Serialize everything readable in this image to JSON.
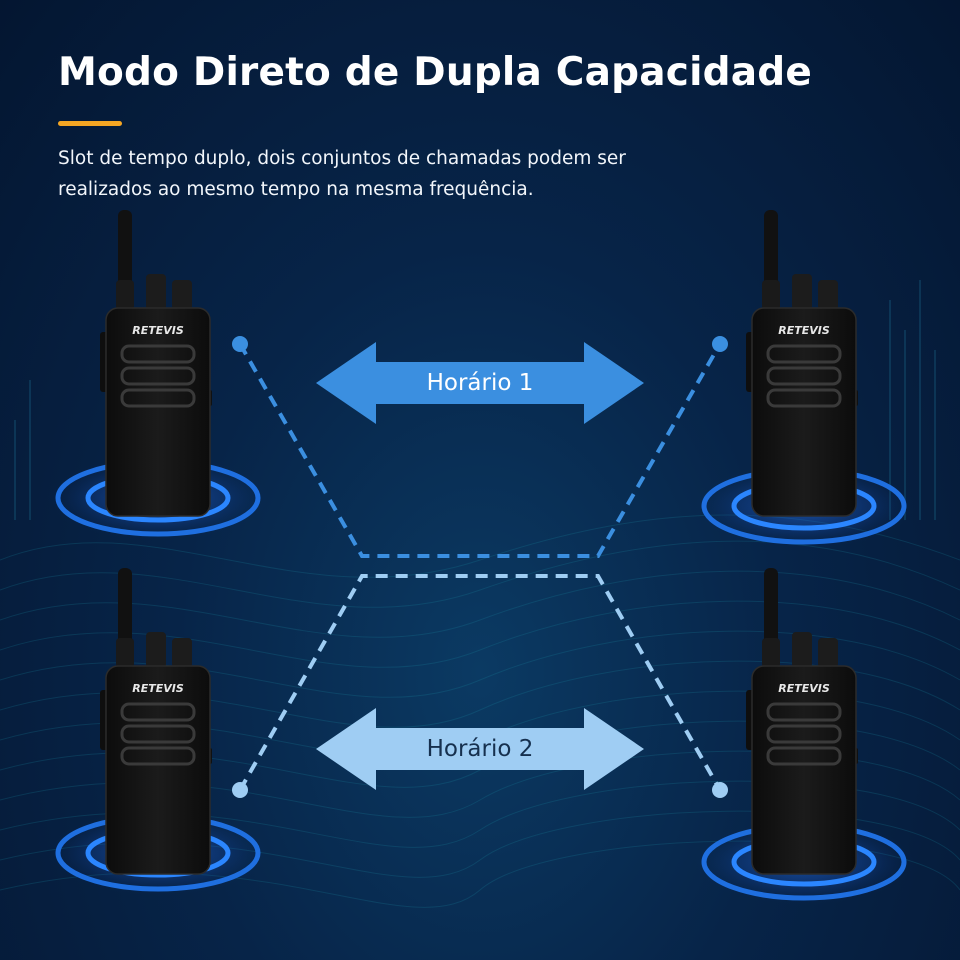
{
  "header": {
    "title": "Modo Direto de Dupla Capacidade",
    "subtitle_line1": "Slot de tempo duplo, dois conjuntos de chamadas podem ser",
    "subtitle_line2": "realizados ao mesmo tempo na mesma frequência."
  },
  "slots": {
    "slot1_label": "Horário 1",
    "slot2_label": "Horário 2"
  },
  "radios": {
    "brand": "RETEVIS"
  },
  "colors": {
    "background": "#072448",
    "accent_underline": "#f5a623",
    "slot1_arrow": "#3b8fe0",
    "slot2_arrow": "#9fcdf3",
    "signal_ring": "#1f6fe0"
  },
  "icons": {
    "device": "walkie-talkie-icon",
    "signal": "signal-rings-icon"
  }
}
